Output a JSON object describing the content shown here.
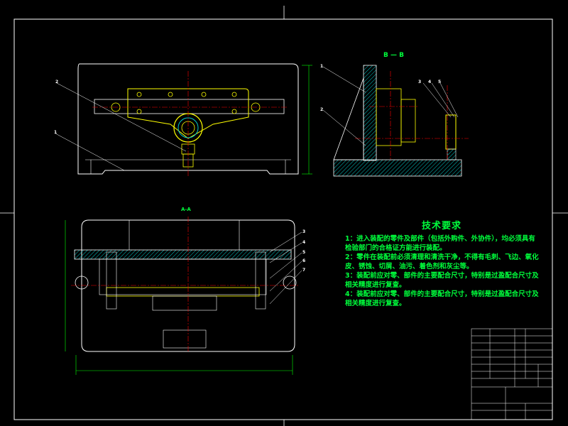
{
  "section_labels": {
    "bb": "B — B",
    "aa": "A-A"
  },
  "tech_requirements": {
    "title": "技术要求",
    "lines": [
      "1：进入装配的零件及部件（包括外购件、外协件），均必须具有",
      "检验部门的合格证方能进行装配。",
      "2：零件在装配前必须清理和清洗干净，不得有毛刺、飞边、氧化",
      "皮、锈蚀、切屑、油污、着色剂和灰尘等。",
      "3：装配前应对零、部件的主要配合尺寸，特别是过盈配合尺寸及",
      "相关精度进行复查。",
      "4：装配前应对零、部件的主要配合尺寸，特别是过盈配合尺寸及",
      "相关精度进行复查。"
    ]
  },
  "part_labels": [
    "1",
    "2",
    "3",
    "4",
    "5",
    "6",
    "7"
  ],
  "colors": {
    "frame": "#ffffff",
    "outline": "#ffffff",
    "fixture": "#ffff00",
    "hatch": "#00c8c8",
    "dimension": "#00ff00",
    "centerline": "#ff0000",
    "leader": "#ff00ff",
    "text": "#00ff3c"
  }
}
